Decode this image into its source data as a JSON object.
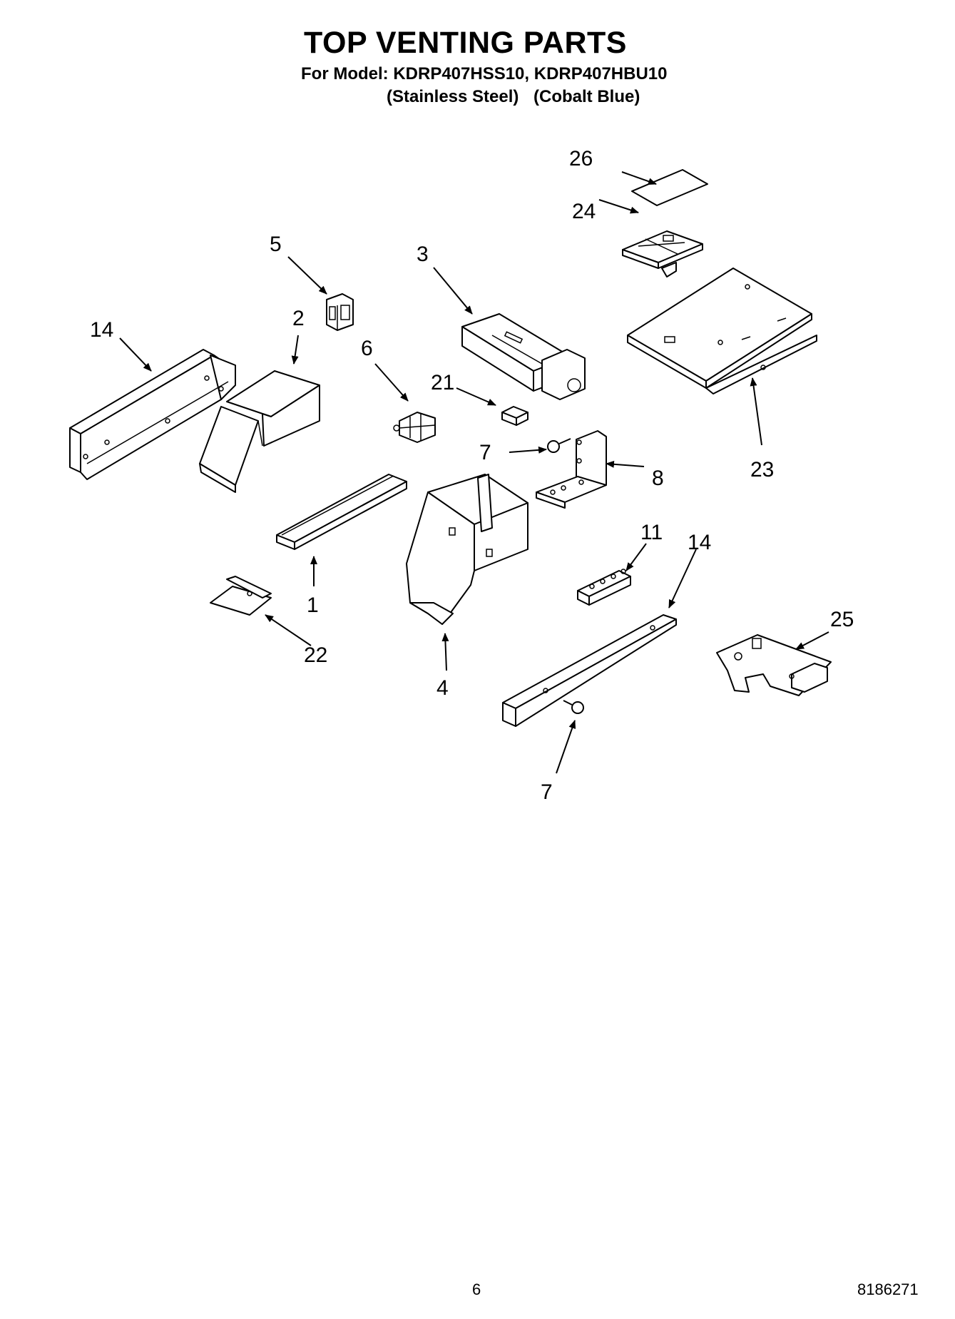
{
  "title": "TOP VENTING PARTS",
  "subtitle": "For Model: KDRP407HSS10, KDRP407HBU10",
  "variants": [
    "(Stainless Steel)",
    "(Cobalt Blue)"
  ],
  "callouts": [
    "26",
    "24",
    "5",
    "3",
    "2",
    "14",
    "6",
    "21",
    "7",
    "8",
    "23",
    "11",
    "14",
    "25",
    "1",
    "22",
    "4",
    "7"
  ],
  "footer": {
    "page": "6",
    "doc_number": "8186271"
  }
}
